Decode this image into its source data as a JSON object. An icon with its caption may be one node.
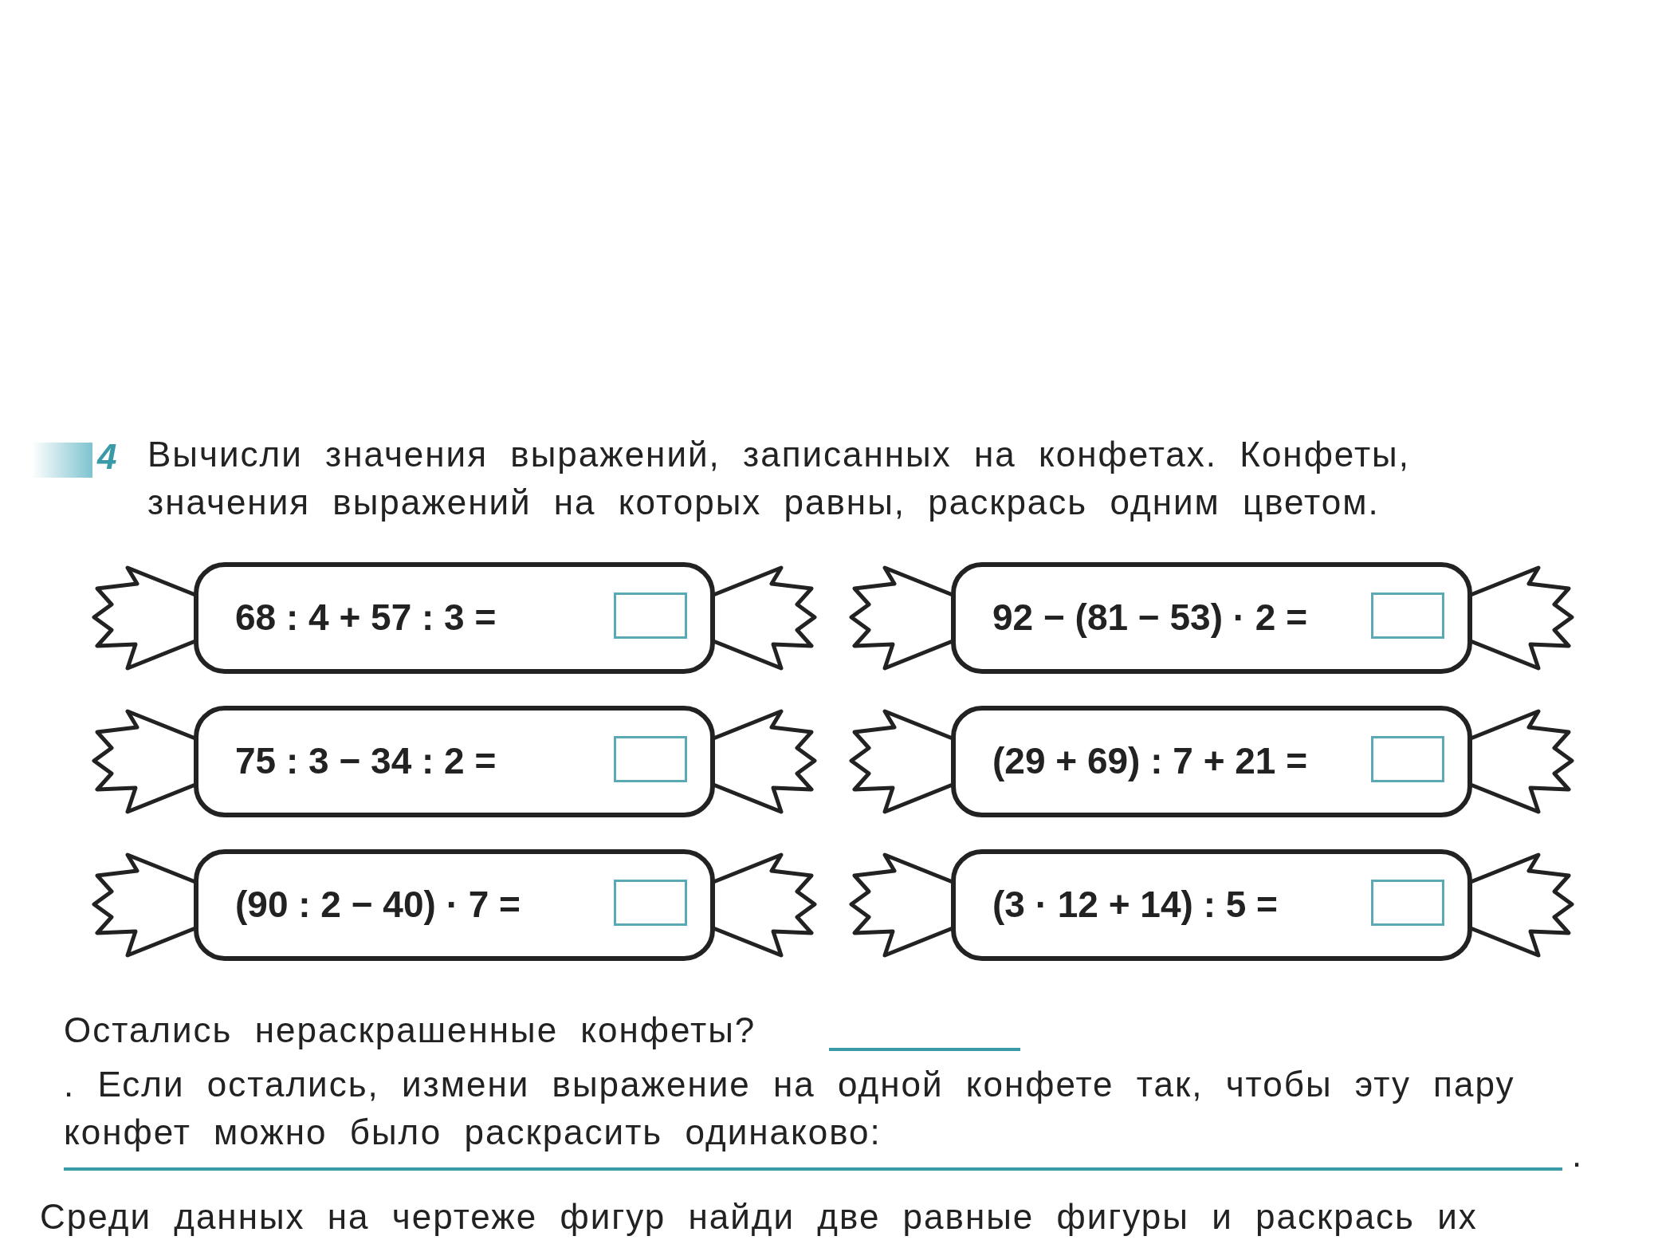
{
  "diagram": {
    "nodes": [
      {
        "text": [
          "68 : 4 + 57 : 3 ="
        ]
      },
      {
        "text": [
          "92 − (81 − 53) · 2 ="
        ]
      },
      {
        "text": [
          "75 : 3 − 34 : 2 ="
        ]
      },
      {
        "text": [
          "(29 + 69) : 7 + 21 ="
        ]
      },
      {
        "text": [
          "(90 : 2 − 40) · 7 ="
        ]
      },
      {
        "text": [
          "(3 · 12 + 14) : 5 ="
        ]
      }
    ],
    "edges": [],
    "labels": [
      "4",
      "Вычисли значения выражений, записанных на конфетах. Конфеты, значения выражений на которых равны, раскрась одним цветом.",
      "Остались нераскрашенные конфеты?",
      ". Если остались, измени выражение на одной конфете так, чтобы эту пару конфет можно было раскрасить одинаково:",
      ".",
      "Среди данных на чертеже фигур найди две равные фигуры и раскрась их"
    ]
  }
}
